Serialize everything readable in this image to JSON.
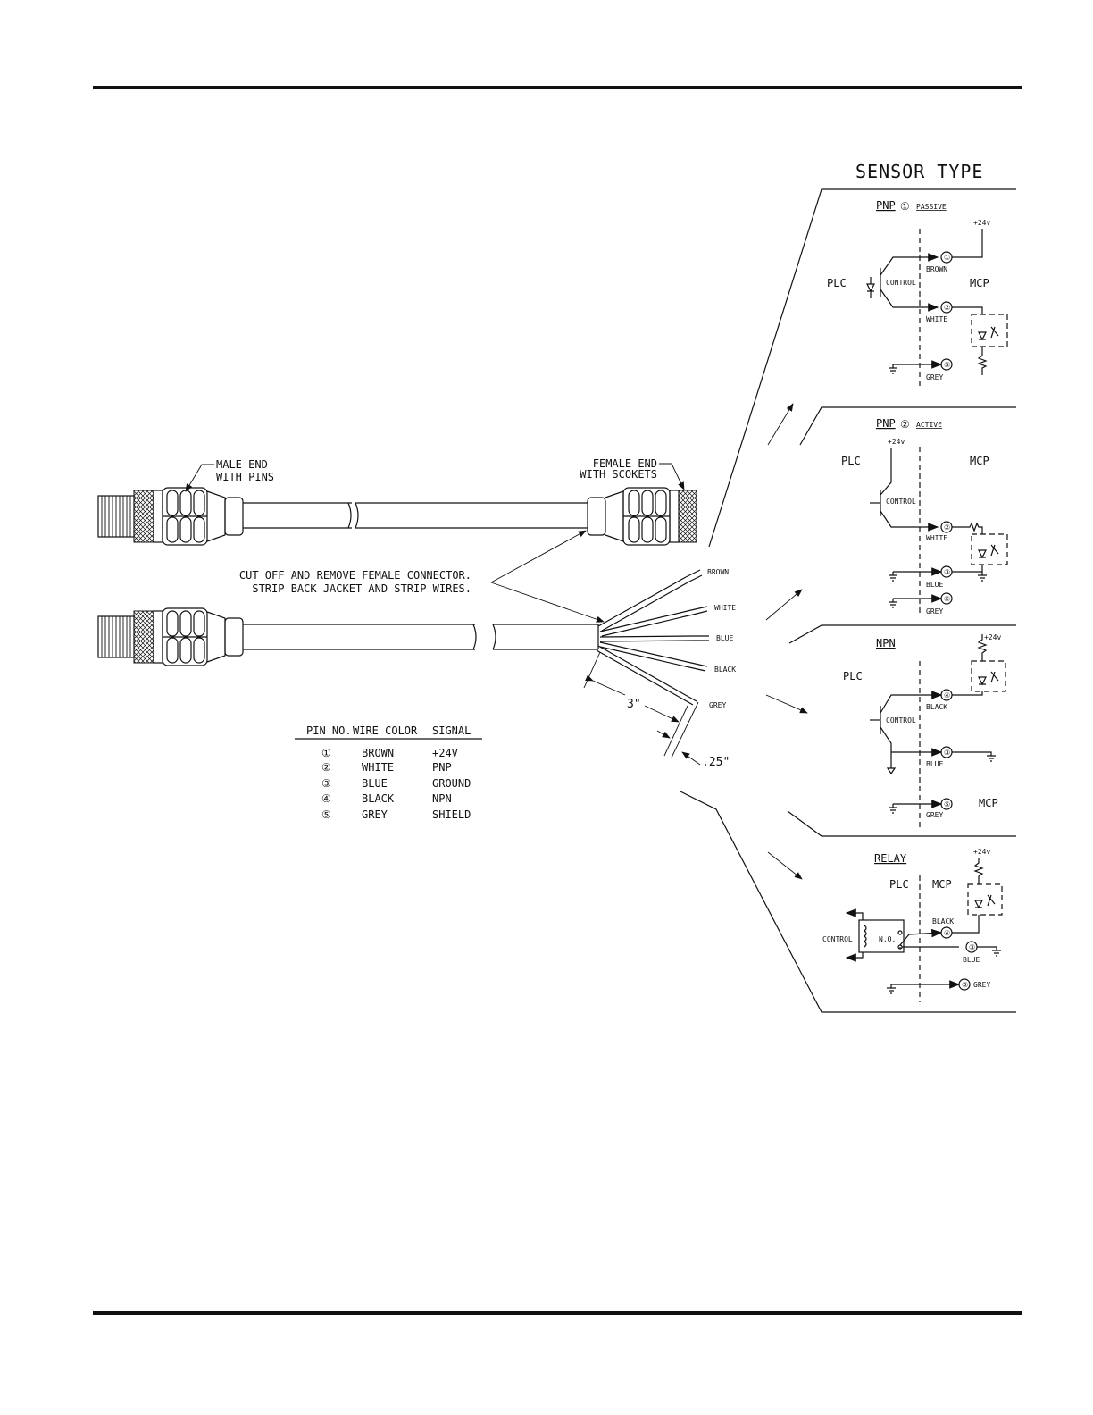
{
  "labels": {
    "male_end": [
      "MALE END",
      "WITH PINS"
    ],
    "female_end": [
      "FEMALE END",
      "WITH SCOKETS"
    ],
    "cut_note": [
      "CUT OFF AND REMOVE FEMALE CONNECTOR.",
      "STRIP BACK JACKET AND STRIP WIRES."
    ],
    "dim_strip": "3\"",
    "dim_wire": ".25\""
  },
  "wires": [
    "BROWN",
    "WHITE",
    "BLUE",
    "BLACK",
    "GREY"
  ],
  "pin_table": {
    "headers": [
      "PIN NO.",
      "WIRE COLOR",
      "SIGNAL"
    ],
    "rows": [
      {
        "pin": "①",
        "color": "BROWN",
        "signal": "+24V"
      },
      {
        "pin": "②",
        "color": "WHITE",
        "signal": "PNP"
      },
      {
        "pin": "③",
        "color": "BLUE",
        "signal": "GROUND"
      },
      {
        "pin": "④",
        "color": "BLACK",
        "signal": "NPN"
      },
      {
        "pin": "⑤",
        "color": "GREY",
        "signal": "SHIELD"
      }
    ]
  },
  "sensor_type": {
    "title": "SENSOR TYPE",
    "panels": [
      {
        "title": "PNP",
        "pin": "①",
        "subtitle": "PASSIVE",
        "left": "PLC",
        "right": "MCP",
        "supply": "+24v",
        "control": "CONTROL",
        "wires": [
          "BROWN",
          "WHITE",
          "GREY"
        ],
        "pins": [
          "①",
          "②",
          "⑤"
        ]
      },
      {
        "title": "PNP",
        "pin": "②",
        "subtitle": "ACTIVE",
        "left": "PLC",
        "right": "MCP",
        "supply": "+24v",
        "control": "CONTROL",
        "wires": [
          "WHITE",
          "BLUE",
          "GREY"
        ],
        "pins": [
          "②",
          "③",
          "⑤"
        ]
      },
      {
        "title": "NPN",
        "left": "PLC",
        "right": "MCP",
        "supply": "+24v",
        "control": "CONTROL",
        "wires": [
          "BLACK",
          "BLUE",
          "GREY"
        ],
        "pins": [
          "④",
          "③",
          "⑤"
        ]
      },
      {
        "title": "RELAY",
        "left": "PLC",
        "right": "MCP",
        "supply": "+24v",
        "control": "CONTROL",
        "contact": "N.O.",
        "wires": [
          "BLACK",
          "BLUE",
          "GREY"
        ],
        "pins": [
          "④",
          "③",
          "⑤"
        ]
      }
    ]
  }
}
